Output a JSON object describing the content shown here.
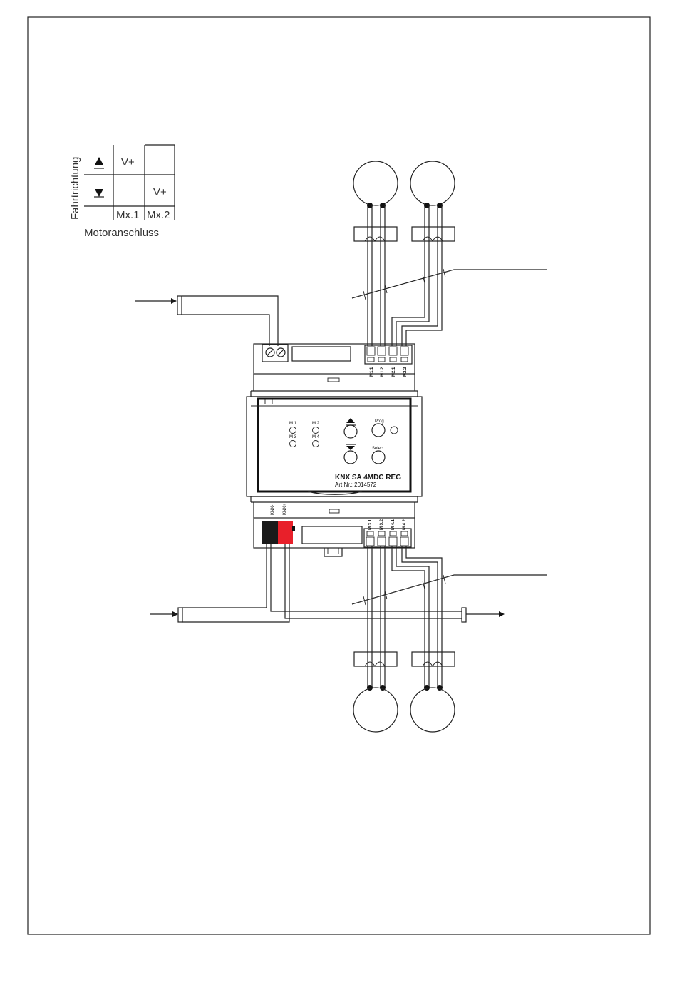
{
  "legend": {
    "row_axis_label": "Fahrtrichtung",
    "col_axis_label": "Motoranschluss",
    "cell_up": "V+",
    "cell_down": "V+",
    "col_1": "Mx.1",
    "col_2": "Mx.2"
  },
  "device": {
    "product_name": "KNX SA 4MDC REG",
    "article_number": "Art.Nr.:  2014572",
    "led_m1": "M 1",
    "led_m2": "M 2",
    "led_m3": "M 3",
    "led_m4": "M 4",
    "prog_label": "Prog",
    "select_label": "Select",
    "top_terminals": [
      "M1.1",
      "M1.2",
      "M2.1",
      "M2.2"
    ],
    "bottom_terminals": [
      "M 3.1",
      "M 3.2",
      "M 4.1",
      "M 4.2"
    ],
    "knx_minus": "KNX-",
    "knx_plus": "KNX+",
    "knx_minus_color": "#1a1a1a",
    "knx_plus_color": "#e8202a"
  }
}
